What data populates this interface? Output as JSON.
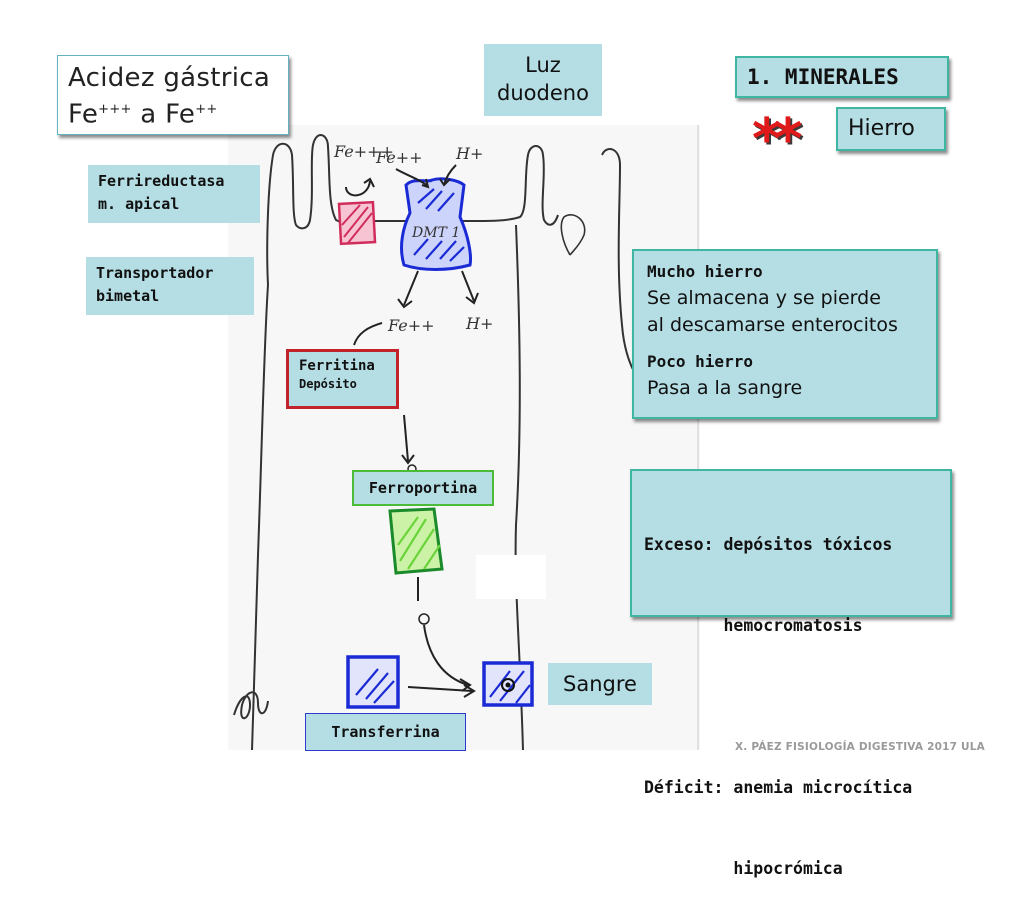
{
  "title": {
    "line1": "Acidez gástrica",
    "line2_main": "Fe",
    "line2_sup": "+++",
    "line2_mid": " a Fe",
    "line2_sup2": "++"
  },
  "luz_duodeno": {
    "line1": "Luz",
    "line2": "duodeno"
  },
  "minerales_label": "1. MINERALES",
  "hierro_label": "Hierro",
  "stars": "**",
  "ferrireductasa": {
    "line1": "Ferrireductasa",
    "line2": "m. apical"
  },
  "transportador": {
    "line1": "Transportador",
    "line2": "bimetal"
  },
  "ferritina": {
    "line1": "Ferritina",
    "line2": "Depósito"
  },
  "ferroportina_label": "Ferroportina",
  "mucho_hierro": {
    "heading": "Mucho hierro",
    "text1": "Se almacena y se pierde",
    "text2": "al descamarse enterocitos",
    "heading2": "Poco hierro",
    "text3": "Pasa a la sangre"
  },
  "exceso_deficit": {
    "line1": "Exceso: depósitos tóxicos",
    "line2": "        hemocromatosis",
    "line3": "",
    "line4": "Déficit: anemia microcítica",
    "line5": "         hipocrómica"
  },
  "sangre_label": "Sangre",
  "transferrina_label": "Transferrina",
  "handwritten": {
    "fe3": "Fe+++",
    "fe2": "Fe++",
    "h_top": "H+",
    "dmt": "DMT 1",
    "fe2_inside": "Fe++",
    "h_inside": "H+"
  },
  "footer": "X. PÁEZ   FISIOLOGÍA DIGESTIVA 2017 ULA",
  "colors": {
    "teal_box": "#b4dde4",
    "teal_border": "#3fb6a2",
    "ferritina_border": "#c2222a",
    "ferroportina_border": "#4cbb3a",
    "dmt_blue": "#1a2bd6",
    "stars_red": "#e01a1a"
  }
}
